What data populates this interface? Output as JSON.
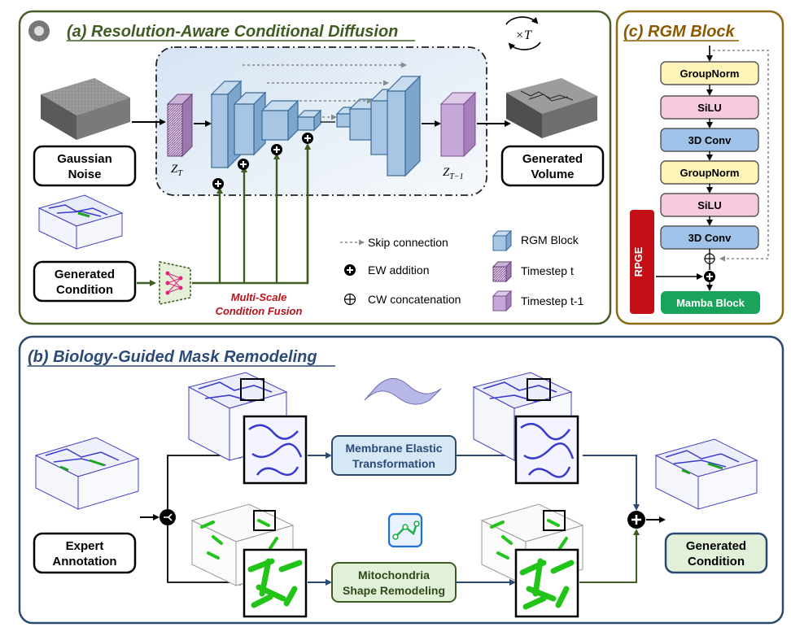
{
  "panel_a": {
    "title": "(a) Resolution-Aware Conditional Diffusion",
    "loop_label": "×T",
    "gaussian_noise": [
      "Gaussian",
      "Noise"
    ],
    "generated_volume": [
      "Generated",
      "Volume"
    ],
    "generated_condition": [
      "Generated",
      "Condition"
    ],
    "z_t": "Z",
    "z_t_sub": "T",
    "z_t1": "Z",
    "z_t1_sub": "T−1",
    "fusion_label": [
      "Multi-Scale",
      "Condition Fusion"
    ]
  },
  "legend": {
    "skip": "Skip connection",
    "ew": "EW addition",
    "cw": "CW concatenation",
    "rgm": "RGM Block",
    "timestep": "Timestep t",
    "timestep_prev": "Timestep t-1"
  },
  "panel_c": {
    "title": "(c) RGM Block",
    "layers": [
      "GroupNorm",
      "SiLU",
      "3D Conv",
      "GroupNorm",
      "SiLU",
      "3D Conv"
    ],
    "rpge": "RPGE",
    "mamba": "Mamba Block"
  },
  "panel_b": {
    "title": "(b) Biology-Guided Mask Remodeling",
    "expert_annotation": [
      "Expert",
      "Annotation"
    ],
    "membrane": [
      "Membrane Elastic",
      "Transformation"
    ],
    "mito": [
      "Mitochondria",
      "Shape Remodeling"
    ],
    "generated_condition": [
      "Generated",
      "Condition"
    ]
  },
  "colors": {
    "panel_a_border": "#4a5e2a",
    "panel_c_border": "#8b6b14",
    "panel_b_border": "#2b4a6f",
    "title_a": "#3f5c22",
    "title_c": "#8b5a00",
    "title_b": "#2b4a7a",
    "groupnorm": "#fff4b8",
    "silu": "#f6c9dc",
    "conv3d": "#9fc3e8",
    "mamba": "#1aa35a",
    "rpge": "#c40f17",
    "fusion_text": "#b5121b"
  }
}
